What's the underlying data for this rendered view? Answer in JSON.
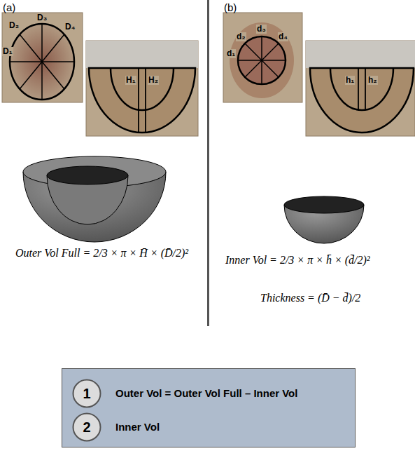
{
  "diagram": {
    "nodes": [
      {
        "text": [
          "Outer Vol = Outer Vol Full – Inner Vol",
          "Inner Vol"
        ]
      },
      {
        "text": [
          "1"
        ],
        "in": 0
      },
      {
        "text": [
          "2"
        ],
        "in": 0
      }
    ],
    "labels": [
      "(a)",
      "(b)",
      "D₁",
      "D₂",
      "D₃",
      "D₄",
      "H₁",
      "H₂",
      "d₁",
      "d₂",
      "d₃",
      "d₄",
      "h₁",
      "h₂",
      "Outer Vol Full = 2/3 × π × H̄ × (D̄/2)²",
      "Inner Vol = 2/3 × π × h̄ × (d̄/2)²",
      "Thickness = (D̄ − d̄)/2"
    ]
  }
}
